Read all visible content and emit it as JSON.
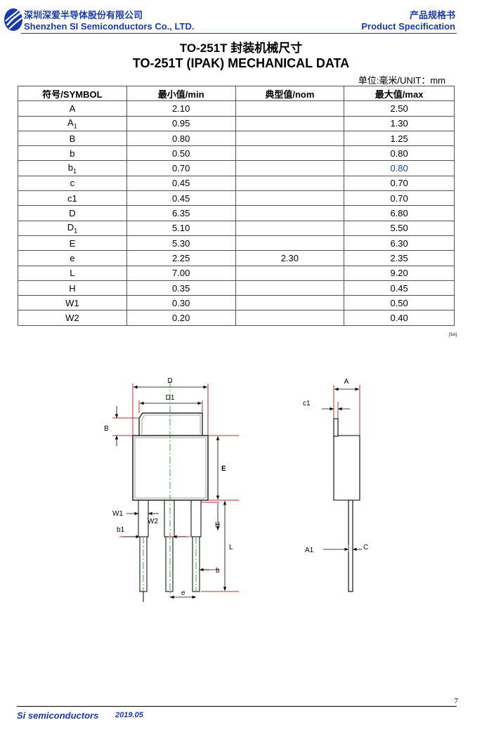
{
  "header": {
    "company_cn": "深圳深爱半导体股份有限公司",
    "company_en": "Shenzhen SI Semiconductors Co., LTD.",
    "doc_type_cn": "产品规格书",
    "doc_type_en": "Product Specification"
  },
  "title_cn": "TO-251T 封装机械尺寸",
  "title_en": "TO-251T (IPAK) MECHANICAL DATA",
  "unit": "单位:毫米/UNIT：mm",
  "table": {
    "headers": [
      "符号/SYMBOL",
      "最小值/min",
      "典型值/nom",
      "最大值/max"
    ],
    "rows": [
      [
        "A",
        "2.10",
        "",
        "2.50"
      ],
      [
        "A1",
        "0.95",
        "",
        "1.30"
      ],
      [
        "B",
        "0.80",
        "",
        "1.25"
      ],
      [
        "b",
        "0.50",
        "",
        "0.80"
      ],
      [
        "b1",
        "0.70",
        "",
        "0.80"
      ],
      [
        "c",
        "0.45",
        "",
        "0.70"
      ],
      [
        "c1",
        "0.45",
        "",
        "0.70"
      ],
      [
        "D",
        "6.35",
        "",
        "6.80"
      ],
      [
        "D1",
        "5.10",
        "",
        "5.50"
      ],
      [
        "E",
        "5.30",
        "",
        "6.30"
      ],
      [
        "e",
        "2.25",
        "2.30",
        "2.35"
      ],
      [
        "L",
        "7.00",
        "",
        "9.20"
      ],
      [
        "H",
        "0.35",
        "",
        "0.45"
      ],
      [
        "W1",
        "0.30",
        "",
        "0.50"
      ],
      [
        "W2",
        "0.20",
        "",
        "0.40"
      ]
    ]
  },
  "sa_mark": "[SA]",
  "drawing_labels": {
    "D": "D",
    "D1": "D1",
    "B": "B",
    "E": "E",
    "W1": "W1",
    "W2": "W2",
    "b1": "b1",
    "H": "H",
    "L": "L",
    "b": "b",
    "e": "e",
    "A": "A",
    "c1": "c1",
    "A1": "A1",
    "C": "C"
  },
  "footer": {
    "company": "Si semiconductors",
    "date": "2019.05",
    "page": "7"
  },
  "colors": {
    "brand_blue": "#1a3aa8",
    "dimension_red": "#c0272d",
    "centerline_green": "#2fb52f"
  }
}
